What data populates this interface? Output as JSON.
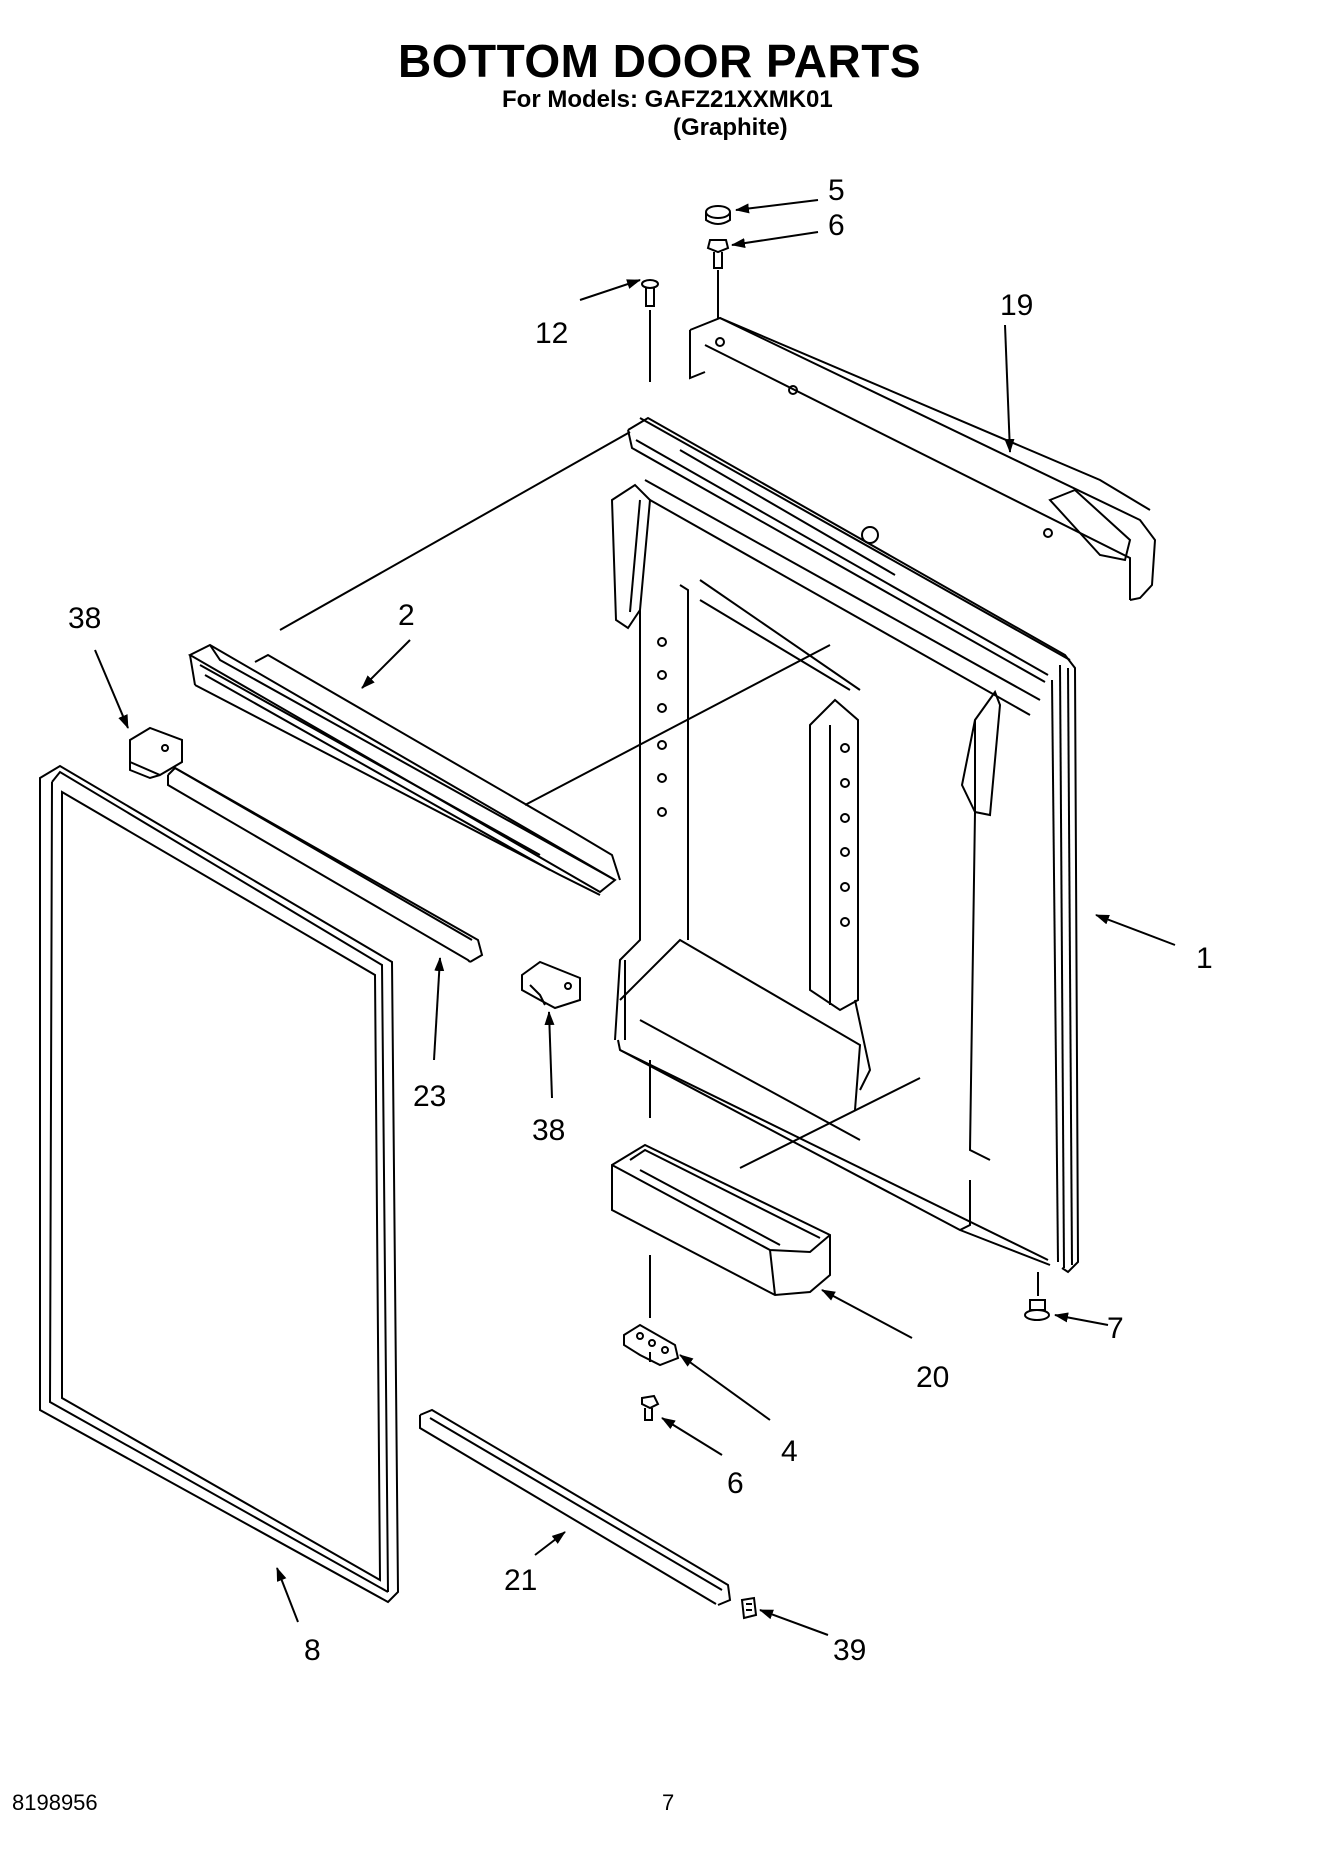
{
  "header": {
    "title": "BOTTOM DOOR PARTS",
    "models_line": "For Models: GAFZ21XXMK01",
    "color_line": "(Graphite)"
  },
  "footer": {
    "doc_number": "8198956",
    "page_number": "7"
  },
  "callouts": {
    "c5": "5",
    "c6_top": "6",
    "c12": "12",
    "c19": "19",
    "c38_left": "38",
    "c2": "2",
    "c1": "1",
    "c23": "23",
    "c38_mid": "38",
    "c7": "7",
    "c20": "20",
    "c4": "4",
    "c6_bottom": "6",
    "c21": "21",
    "c8": "8",
    "c39": "39"
  }
}
